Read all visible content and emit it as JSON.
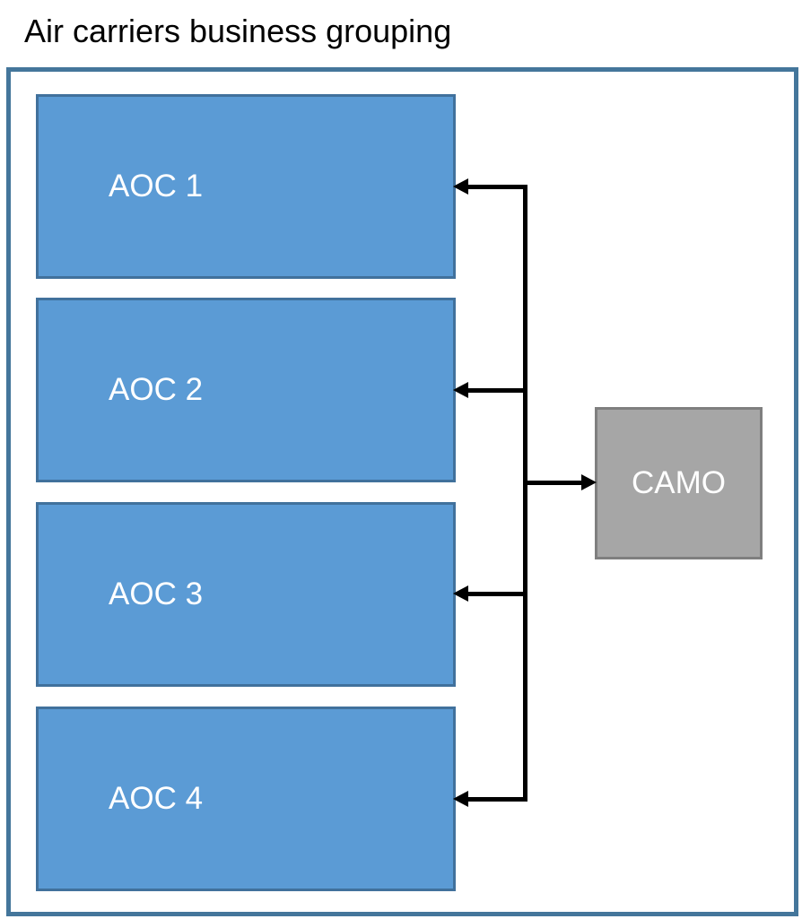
{
  "title": "Air carriers business grouping",
  "colors": {
    "title-text": "#000000",
    "outer-border": "#44769B",
    "box-blue": "#5B9BD5",
    "box-blue-border": "#41719C",
    "gray-fill": "#A6A6A6",
    "gray-border": "#7F7F7F",
    "label-text": "#FFFFFF",
    "connector": "#000000"
  },
  "diagram": {
    "aoc_boxes": [
      {
        "label": "AOC 1"
      },
      {
        "label": "AOC 2"
      },
      {
        "label": "AOC 3"
      },
      {
        "label": "AOC 4"
      }
    ],
    "camo_box": {
      "label": "CAMO"
    },
    "connections": [
      {
        "from": "spine",
        "to": "AOC 1",
        "direction": "left"
      },
      {
        "from": "spine",
        "to": "AOC 2",
        "direction": "left"
      },
      {
        "from": "spine",
        "to": "CAMO",
        "direction": "right"
      },
      {
        "from": "spine",
        "to": "AOC 3",
        "direction": "left"
      },
      {
        "from": "spine",
        "to": "AOC 4",
        "direction": "left"
      }
    ]
  }
}
